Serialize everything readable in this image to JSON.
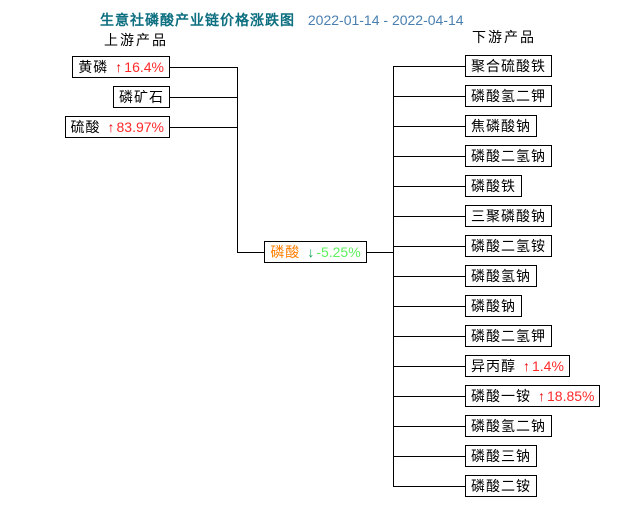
{
  "title": {
    "text": "生意社磷酸产业链价格涨跌图",
    "date_range": "2022-01-14 - 2022-04-14",
    "title_color": "#0d6f80",
    "date_color": "#4a7fb0"
  },
  "headers": {
    "upstream": "上游产品",
    "downstream": "下游产品"
  },
  "colors": {
    "up_arrow": "#e60000",
    "up_text": "#ff2a2a",
    "down_arrow": "#00a651",
    "down_text": "#5cf05c",
    "center_name": "#ff7f00",
    "line": "#000000"
  },
  "center_node": {
    "name": "磷酸",
    "arrow": "↓",
    "change": "-5.25%",
    "trend": "down"
  },
  "upstream_nodes": [
    {
      "name": "黄磷",
      "arrow": "↑",
      "change": "16.4%",
      "trend": "up"
    },
    {
      "name": "磷矿石",
      "arrow": "",
      "change": "",
      "trend": "none"
    },
    {
      "name": "硫酸",
      "arrow": "↑",
      "change": "83.97%",
      "trend": "up"
    }
  ],
  "downstream_nodes": [
    {
      "name": "聚合硫酸铁",
      "arrow": "",
      "change": "",
      "trend": "none"
    },
    {
      "name": "磷酸氢二钾",
      "arrow": "",
      "change": "",
      "trend": "none"
    },
    {
      "name": "焦磷酸钠",
      "arrow": "",
      "change": "",
      "trend": "none"
    },
    {
      "name": "磷酸二氢钠",
      "arrow": "",
      "change": "",
      "trend": "none"
    },
    {
      "name": "磷酸铁",
      "arrow": "",
      "change": "",
      "trend": "none"
    },
    {
      "name": "三聚磷酸钠",
      "arrow": "",
      "change": "",
      "trend": "none"
    },
    {
      "name": "磷酸二氢铵",
      "arrow": "",
      "change": "",
      "trend": "none"
    },
    {
      "name": "磷酸氢钠",
      "arrow": "",
      "change": "",
      "trend": "none"
    },
    {
      "name": "磷酸钠",
      "arrow": "",
      "change": "",
      "trend": "none"
    },
    {
      "name": "磷酸二氢钾",
      "arrow": "",
      "change": "",
      "trend": "none"
    },
    {
      "name": "异丙醇",
      "arrow": "↑",
      "change": "1.4%",
      "trend": "up"
    },
    {
      "name": "磷酸一铵",
      "arrow": "↑",
      "change": "18.85%",
      "trend": "up"
    },
    {
      "name": "磷酸氢二钠",
      "arrow": "",
      "change": "",
      "trend": "none"
    },
    {
      "name": "磷酸三钠",
      "arrow": "",
      "change": "",
      "trend": "none"
    },
    {
      "name": "磷酸二铵",
      "arrow": "",
      "change": "",
      "trend": "none"
    }
  ]
}
